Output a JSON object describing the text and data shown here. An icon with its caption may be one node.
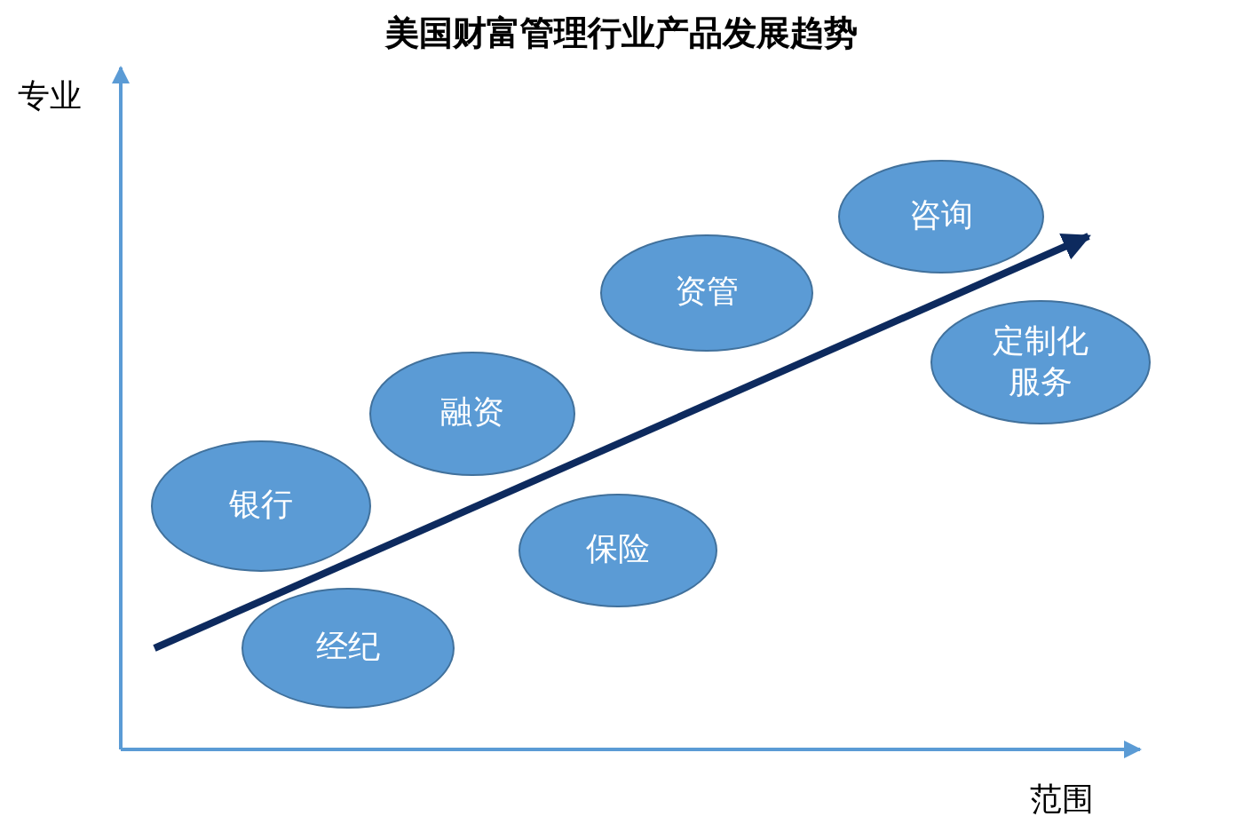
{
  "diagram": {
    "title": "美国财富管理行业产品发展趋势",
    "nodes": [
      {
        "text": [
          "银行"
        ]
      },
      {
        "text": [
          "经纪"
        ]
      },
      {
        "text": [
          "融资"
        ]
      },
      {
        "text": [
          "保险"
        ]
      },
      {
        "text": [
          "资管"
        ]
      },
      {
        "text": [
          "咨询"
        ]
      },
      {
        "text": [
          "定制化服务"
        ]
      }
    ],
    "edges": [],
    "labels": [
      "专业",
      "范围"
    ]
  }
}
